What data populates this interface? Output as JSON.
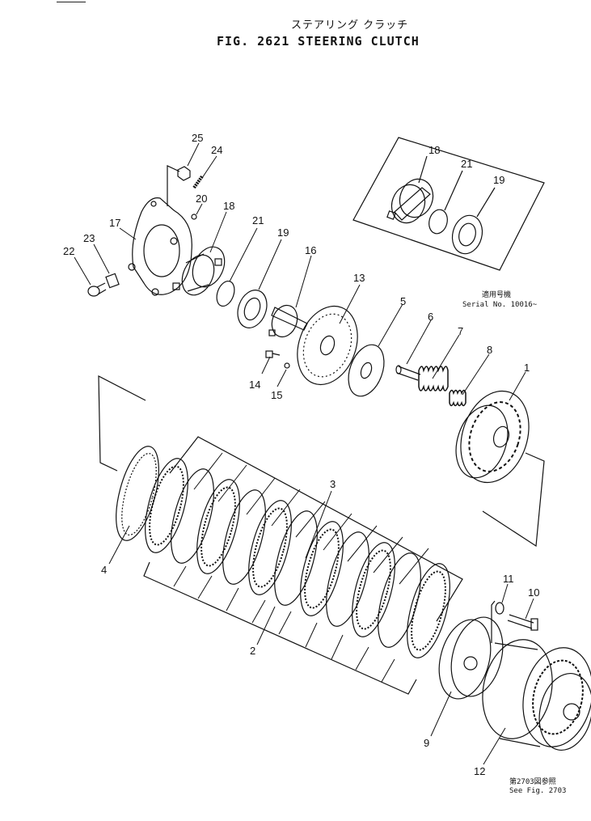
{
  "figure": {
    "title_jp": "ステアリング クラッチ",
    "title": "FIG. 2621  STEERING CLUTCH"
  },
  "inset": {
    "labels": [
      "18",
      "21",
      "19"
    ],
    "serial_jp": "適用号機",
    "serial": "Serial No. 10016~"
  },
  "labels": {
    "l25": "25",
    "l24": "24",
    "l20": "20",
    "l18": "18",
    "l17": "17",
    "l23": "23",
    "l22": "22",
    "l21": "21",
    "l19": "19",
    "l16": "16",
    "l13": "13",
    "l5": "5",
    "l6": "6",
    "l7": "7",
    "l8": "8",
    "l1": "1",
    "l14": "14",
    "l15": "15",
    "l3": "3",
    "l4": "4",
    "l2": "2",
    "l11": "11",
    "l10": "10",
    "l9": "9",
    "l12": "12"
  },
  "see_fig": {
    "jp": "第2703図参照",
    "en": "See Fig. 2703"
  }
}
